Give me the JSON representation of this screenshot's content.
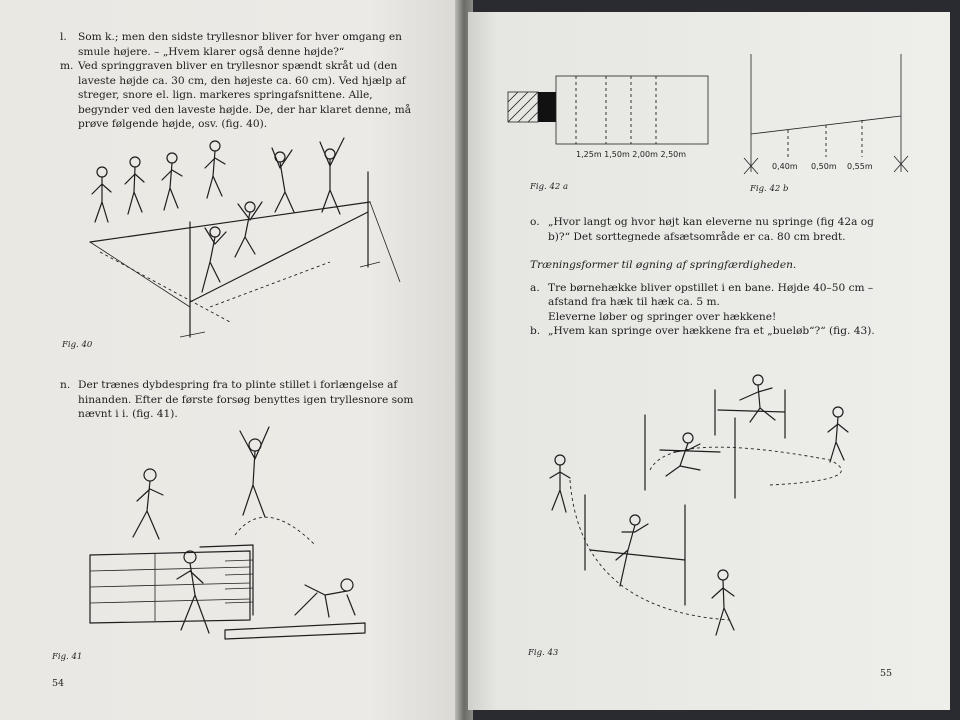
{
  "left_page": {
    "items": [
      {
        "label": "l.",
        "text": "Som k.; men den sidste tryllesnor bliver for hver omgang en smule højere. – „Hvem klarer også denne højde?“"
      },
      {
        "label": "m.",
        "text": "Ved springgraven bliver en tryllesnor spændt skråt ud (den laveste højde ca. 30 cm, den højeste ca. 60 cm). Ved hjælp af streger, snore el. lign. markeres springafsnittene. Alle, begynder ved den laveste højde. De, der har klaret denne, må prøve følgende højde, osv. (fig. 40)."
      },
      {
        "label": "n.",
        "text": "Der trænes dybdespring fra to plinte stillet i forlængelse af hinanden. Efter de første forsøg benyttes igen tryllesnore som nævnt i i. (fig. 41)."
      }
    ],
    "fig40_caption": "Fig. 40",
    "fig41_caption": "Fig. 41",
    "page_number": "54"
  },
  "right_page": {
    "fig42a": {
      "caption": "Fig. 42 a",
      "labels": "1,25m 1,50m 2,00m 2,50m"
    },
    "fig42b": {
      "caption": "Fig. 42 b",
      "labels": [
        "0,40m",
        "0,50m",
        "0,55m"
      ]
    },
    "item_o": {
      "label": "o.",
      "text": "„Hvor langt og hvor højt kan eleverne nu springe (fig 42a og b)?“ Det sorttegnede afsætsområde er ca. 80 cm bredt."
    },
    "heading": "Træningsformer til øgning af springfærdigheden.",
    "item_a": {
      "label": "a.",
      "text": "Tre børnehække bliver opstillet i en bane. Højde 40–50 cm – afstand fra hæk til hæk ca. 5 m.",
      "text2": "Eleverne løber og springer over hækkene!"
    },
    "item_b": {
      "label": "b.",
      "text": "„Hvem kan springe over hækkene fra et „bueløb“?“ (fig. 43)."
    },
    "fig43_caption": "Fig. 43",
    "page_number": "55"
  }
}
